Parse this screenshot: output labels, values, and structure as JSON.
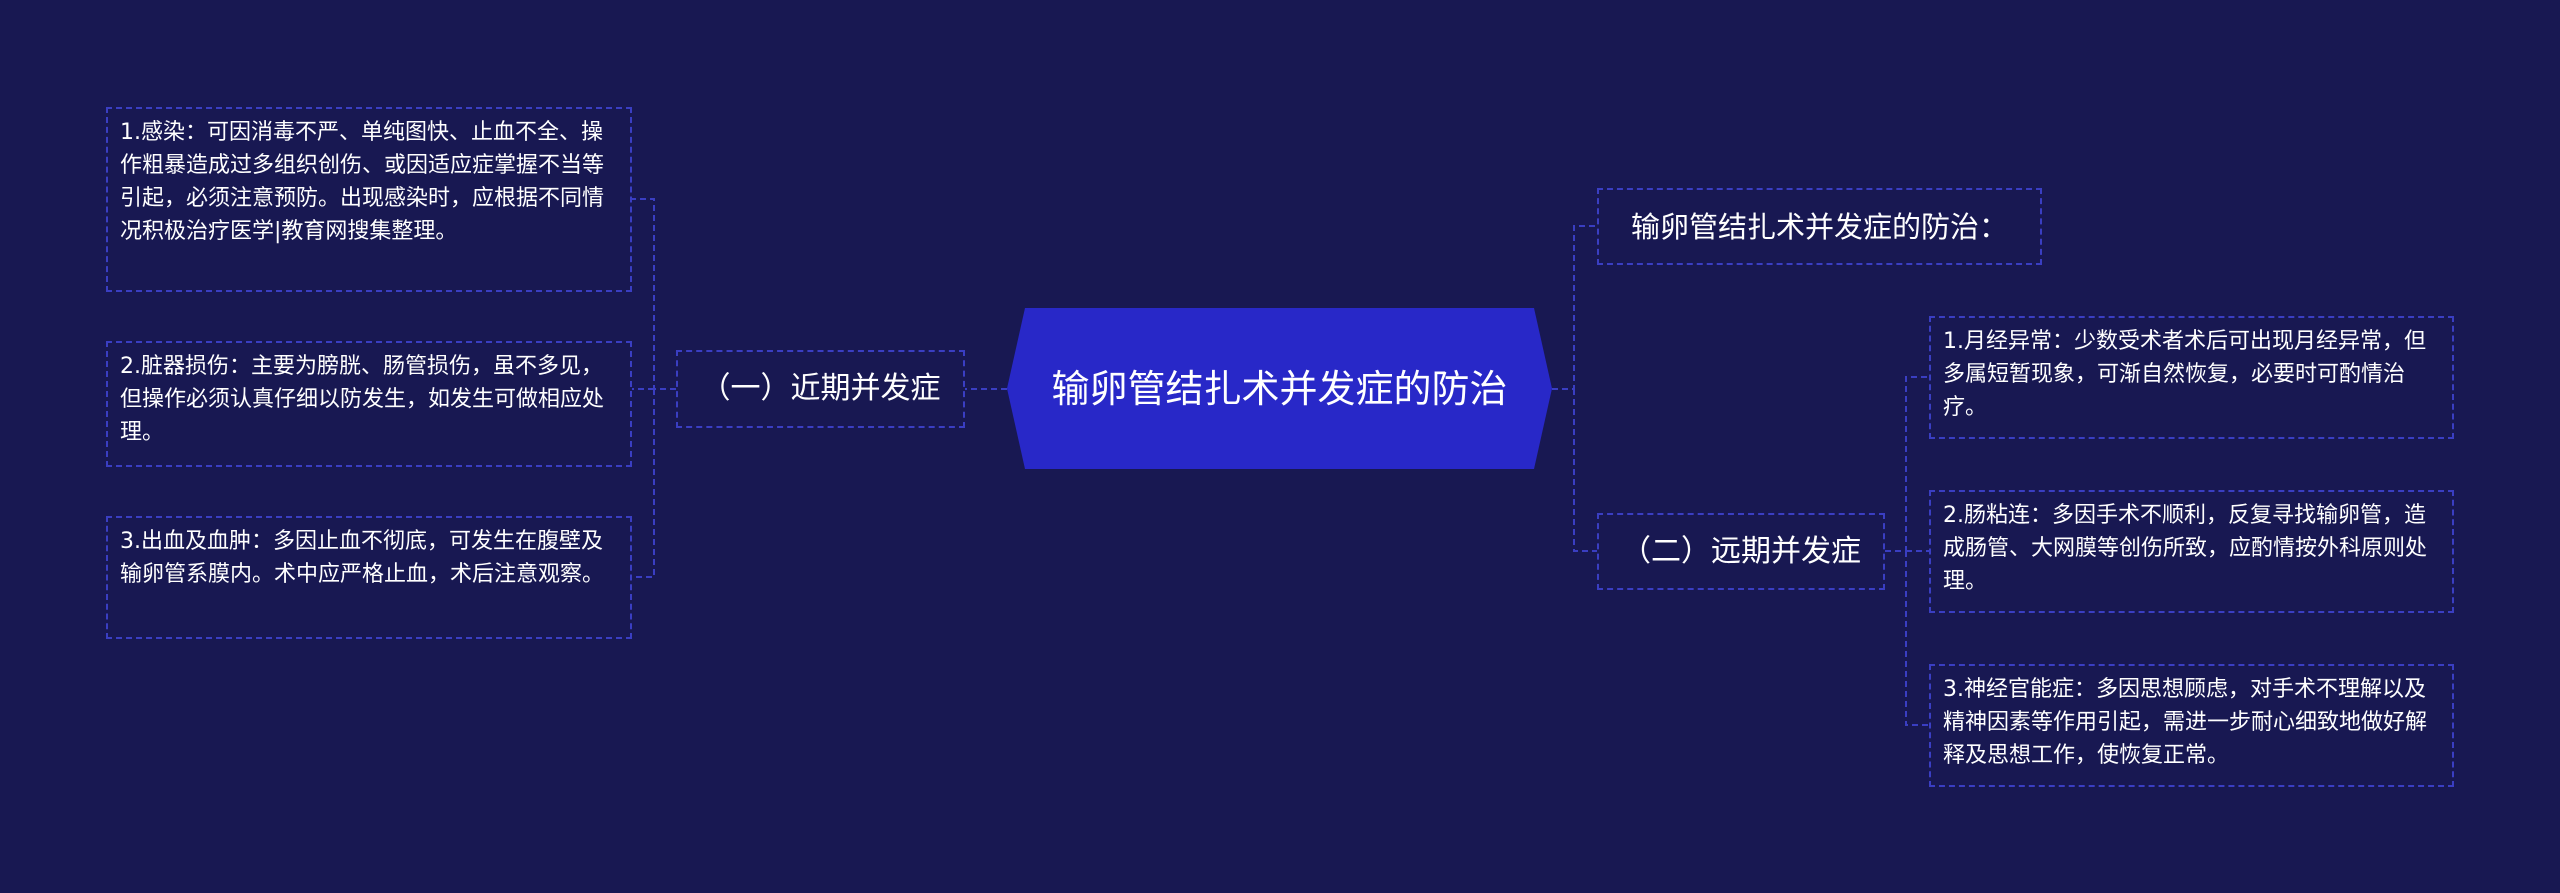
{
  "colors": {
    "background": "#181852",
    "root_fill": "#2828c8",
    "connector": "#3a3ec2",
    "text": "#ffffff"
  },
  "root": {
    "label": "输卵管结扎术并发症的防治"
  },
  "left": {
    "branch": {
      "label": "（一）近期并发症"
    },
    "items": [
      {
        "text": "1.感染：可因消毒不严、单纯图快、止血不全、操作粗暴造成过多组织创伤、或因适应症掌握不当等引起，必须注意预防。出现感染时，应根据不同情况积极治疗医学|教育网搜集整理。"
      },
      {
        "text": "2.脏器损伤：主要为膀胱、肠管损伤，虽不多见，但操作必须认真仔细以防发生，如发生可做相应处理。"
      },
      {
        "text": "3.出血及血肿：多因止血不彻底，可发生在腹壁及输卵管系膜内。术中应严格止血，术后注意观察。"
      }
    ]
  },
  "right": {
    "intro": {
      "label": "输卵管结扎术并发症的防治："
    },
    "branch": {
      "label": "（二）远期并发症"
    },
    "items": [
      {
        "text": "1.月经异常：少数受术者术后可出现月经异常，但多属短暂现象，可渐自然恢复，必要时可酌情治疗。"
      },
      {
        "text": "2.肠粘连：多因手术不顺利，反复寻找输卵管，造成肠管、大网膜等创伤所致，应酌情按外科原则处理。"
      },
      {
        "text": "3.神经官能症：多因思想顾虑，对手术不理解以及精神因素等作用引起，需进一步耐心细致地做好解释及思想工作，使恢复正常。"
      }
    ]
  }
}
